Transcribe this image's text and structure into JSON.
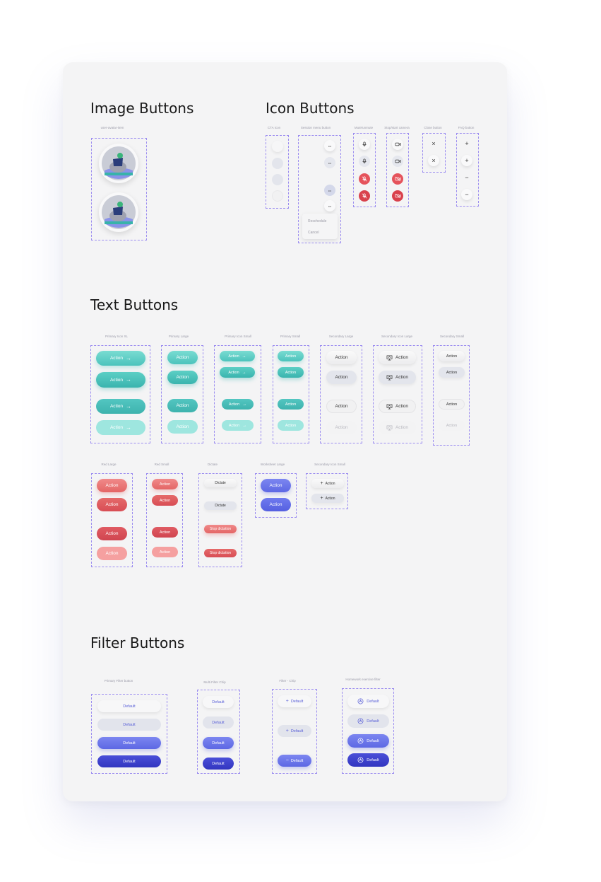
{
  "sections": {
    "image": "Image Buttons",
    "icon": "Icon Buttons",
    "text": "Text Buttons",
    "filter": "Filter Buttons"
  },
  "captions": {
    "avatar": "user-avatar-item",
    "cta_icon": "CTA Icon",
    "session_menu": "Session menu button",
    "mute": "Mute/unmute",
    "camera": "Stop/start camera",
    "close": "Close button",
    "faq": "FAQ button",
    "primary_icon_xl": "Primary Icon XL",
    "primary_large": "Primary Large",
    "primary_icon_small": "Primary Icon Small",
    "primary_small": "Primary Small",
    "secondary_large": "Secondary Large",
    "secondary_icon_large": "Secondary Icon Large",
    "secondary_small": "Secondary Small",
    "red_large": "Red Large",
    "red_small": "Red Small",
    "dictate": "Dictate",
    "worksheet_large": "Worksheet Large",
    "secondary_icon_small": "Secondary Icon Small",
    "primary_filter": "Primary Filter button",
    "multi_filter": "Multi Filter Chip",
    "filter_chip": "Filter - Chip",
    "homework_filter": "Homework exercise filter"
  },
  "labels": {
    "action": "Action",
    "dictate": "Dictate",
    "stop_dictation": "Stop dictation",
    "default": "Default",
    "reschedule": "Reschedule",
    "cancel": "Cancel"
  },
  "icons": {
    "arrow": "→",
    "plus": "+",
    "minus": "−",
    "close": "×",
    "dots": "•••",
    "mic": "mic-icon",
    "camera": "camera-icon"
  },
  "colors": {
    "teal": "#4cc3bc",
    "red": "#e46565",
    "blue": "#5d68e4",
    "navy": "#3236c0",
    "dashed": "#9b8cf0"
  }
}
